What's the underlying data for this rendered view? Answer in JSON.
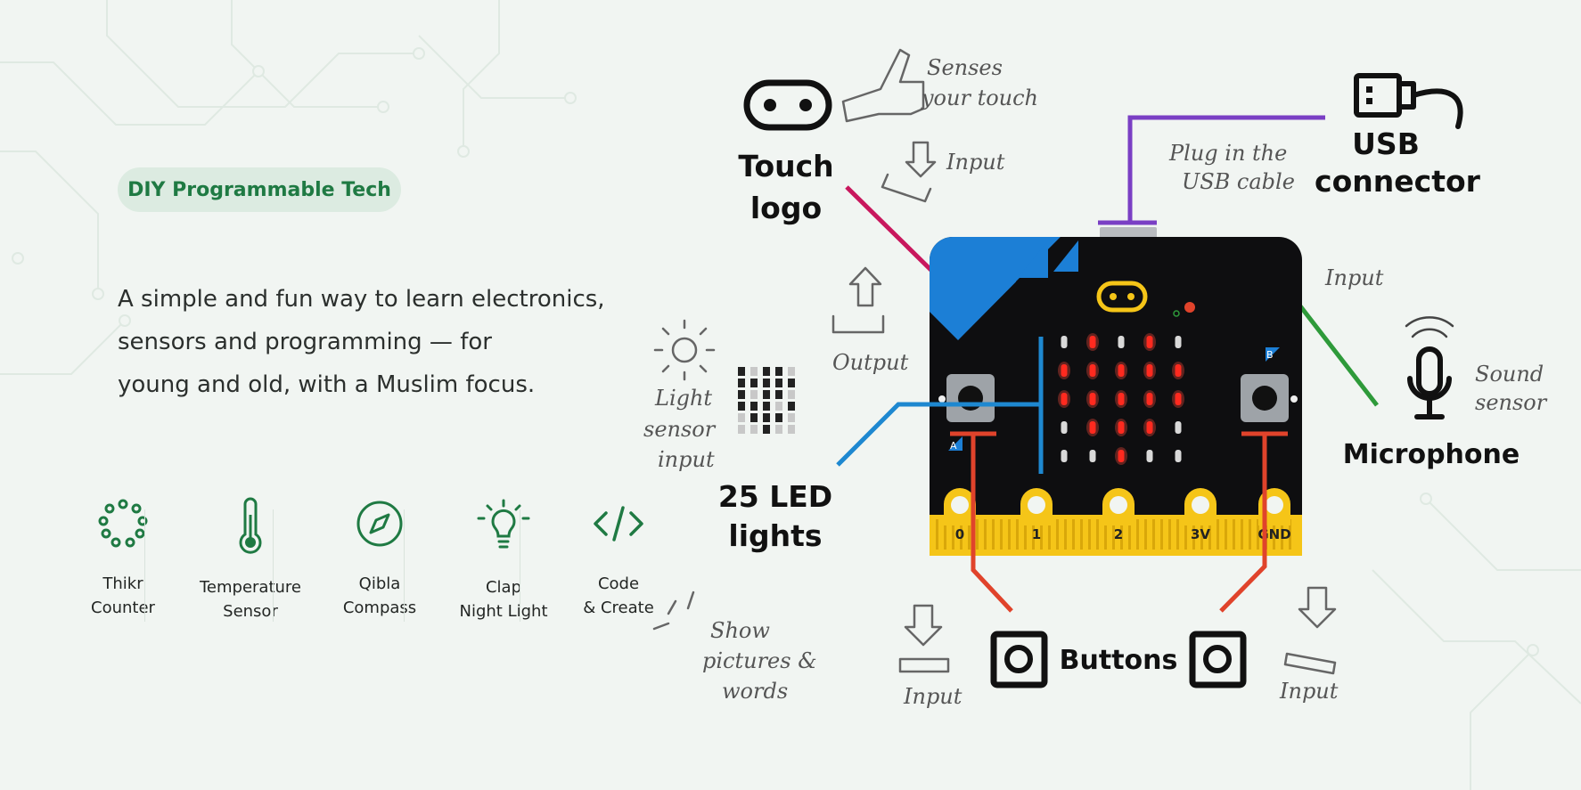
{
  "badge": "DIY Programmable Tech",
  "intro": [
    "A simple and fun way to learn electronics,",
    "sensors and programming — for",
    "young and old, with a Muslim focus."
  ],
  "features": [
    {
      "line1": "Thikr",
      "line2": "Counter",
      "icon": "prayer-beads-icon"
    },
    {
      "line1": "Temperature",
      "line2": "Sensor",
      "icon": "thermometer-icon"
    },
    {
      "line1": "Qibla",
      "line2": "Compass",
      "icon": "compass-icon"
    },
    {
      "line1": "Clap",
      "line2": "Night Light",
      "icon": "lightbulb-icon"
    },
    {
      "line1": "Code",
      "line2": "& Create",
      "icon": "code-icon"
    }
  ],
  "diagram": {
    "touch_logo": {
      "line1": "Touch",
      "line2": "logo"
    },
    "usb": {
      "line1": "USB",
      "line2": "connector"
    },
    "microphone": "Microphone",
    "led": {
      "line1": "25 LED",
      "line2": "lights"
    },
    "buttons": "Buttons",
    "notes": {
      "senses": [
        "Senses",
        "your touch"
      ],
      "input_touch": "Input",
      "plug": [
        "Plug in the",
        "USB cable"
      ],
      "input_mic": "Input",
      "sound": [
        "Sound",
        "sensor"
      ],
      "output": "Output",
      "light": [
        "Light",
        "sensor",
        "input"
      ],
      "show": [
        "Show",
        "pictures &",
        "words"
      ],
      "input_left": "Input",
      "input_right": "Input"
    },
    "board": {
      "label_a": "A",
      "label_b": "B",
      "pins": [
        "0",
        "1",
        "2",
        "3V",
        "GND"
      ]
    },
    "led_matrix": [
      [
        0,
        1,
        0,
        1,
        0
      ],
      [
        1,
        1,
        1,
        1,
        1
      ],
      [
        1,
        1,
        1,
        1,
        1
      ],
      [
        0,
        1,
        1,
        1,
        0
      ],
      [
        0,
        0,
        1,
        0,
        0
      ]
    ]
  },
  "colors": {
    "accent_green": "#1f7a43",
    "touch_line": "#c8175d",
    "usb_line": "#7a3fc4",
    "mic_line": "#2e9a3a",
    "led_line": "#1e88d0",
    "button_line": "#e0432b",
    "board_yellow": "#f5c518",
    "board_blue": "#1c7fd6"
  }
}
